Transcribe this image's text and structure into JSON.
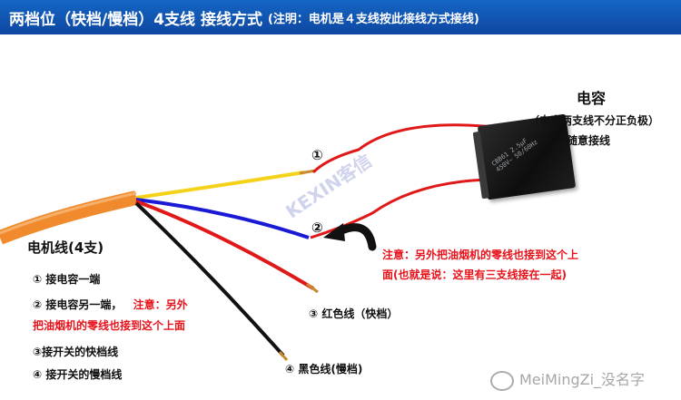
{
  "header": {
    "title": "两档位（快档/慢档）4支线 接线方式",
    "note": "(注明：电机是４支线按此接线方式接线)"
  },
  "capacitor": {
    "title": "电容",
    "note": "（电容两支线不分正负极）",
    "note2": "随意接线",
    "print": "CBB61 2.5μF 450V~ 50/60Hz"
  },
  "wire_markers": {
    "m1": "①",
    "m2": "②"
  },
  "red_note": {
    "line1": "注意：另外把油烟机的零线也接到这个上",
    "line2": "面(也就是说：这里有三支线接在一起)"
  },
  "motor": {
    "title": "电机线(4支)",
    "items": [
      {
        "num": "①",
        "text": "接电容一端"
      },
      {
        "num": "②",
        "text": "接电容另一端，",
        "note": "注意：另外",
        "note2": "把油烟机的零线也接到这个上面"
      },
      {
        "num": "③",
        "text": "接开关的快档线"
      },
      {
        "num": "④",
        "text": "接开关的慢档线"
      }
    ]
  },
  "labels": {
    "red_wire": "③  红色线（快档）",
    "black_wire": "④  黑色线(慢档)"
  },
  "watermark": "KEXIN客信",
  "credit": "MeiMingZi_没名字",
  "colors": {
    "banner": "#0d47a1",
    "cable": "#f08a2c",
    "yellow": "#f5d21a",
    "blue": "#1a1ad6",
    "red": "#e01818",
    "black": "#111111",
    "note_red": "#e8121b"
  }
}
